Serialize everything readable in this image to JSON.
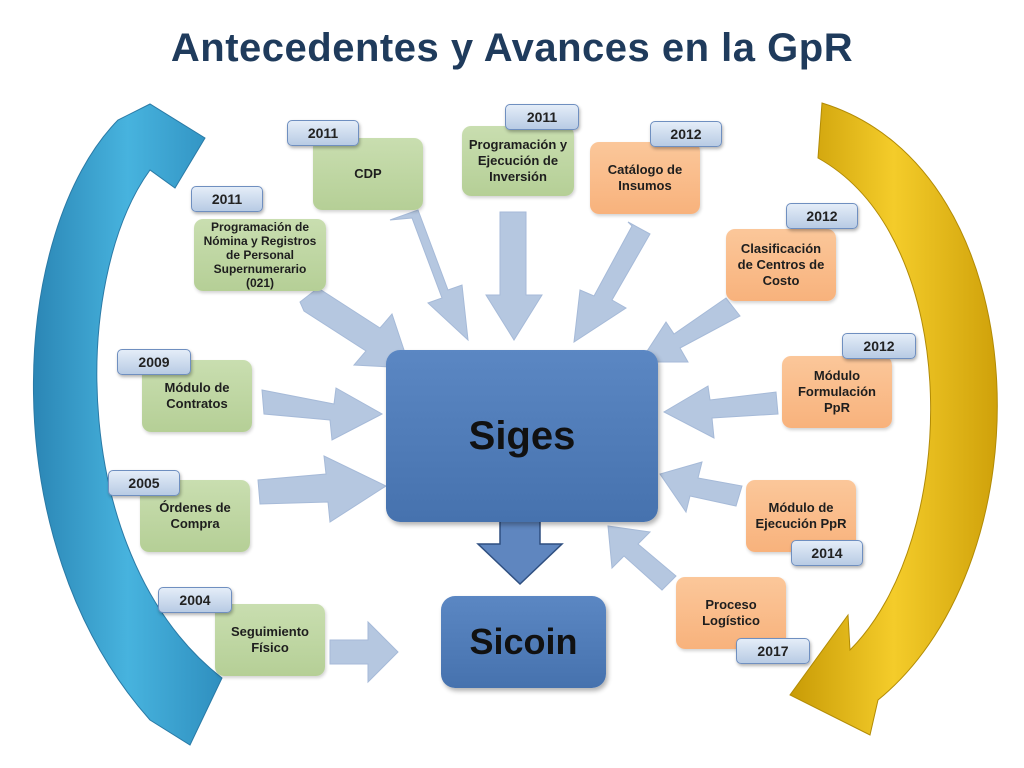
{
  "title": "Antecedentes y Avances en la GpR",
  "center": {
    "siges": "Siges",
    "sicoin": "Sicoin"
  },
  "modules": {
    "nomina": {
      "label": "Programación de Nómina y Registros de Personal Supernumerario (021)",
      "year": "2011"
    },
    "cdp": {
      "label": "CDP",
      "year": "2011"
    },
    "inversion": {
      "label": "Programación y Ejecución de Inversión",
      "year": "2011"
    },
    "insumos": {
      "label": "Catálogo de Insumos",
      "year": "2012"
    },
    "centros": {
      "label": "Clasificación de Centros de Costo",
      "year": "2012"
    },
    "formulacion": {
      "label": "Módulo Formulación PpR",
      "year": "2012"
    },
    "ejecucion": {
      "label": "Módulo de Ejecución PpR",
      "year": "2014"
    },
    "logistico": {
      "label": "Proceso Logístico",
      "year": "2017"
    },
    "contratos": {
      "label": "Módulo de Contratos",
      "year": "2009"
    },
    "compra": {
      "label": "Órdenes de Compra",
      "year": "2005"
    },
    "seguimiento": {
      "label": "Seguimiento Físico",
      "year": "2004"
    }
  },
  "colors": {
    "green_box": "#b5cf96",
    "orange_box": "#f8b27c",
    "center_box": "#4f7ab8",
    "arrow": "#b5c7e0",
    "left_cycle": "#3aa3cf",
    "right_cycle": "#e2b512",
    "title": "#1f3b5c"
  }
}
